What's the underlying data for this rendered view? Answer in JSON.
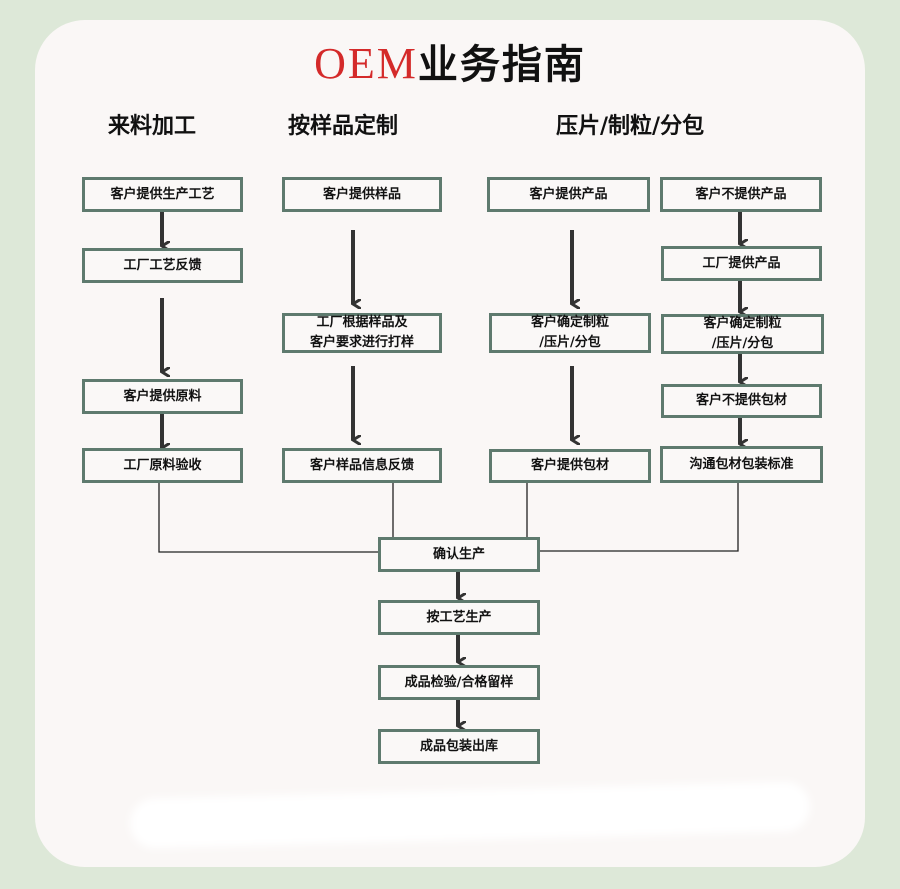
{
  "title": {
    "prefix": "OEM",
    "suffix": "业务指南"
  },
  "colors": {
    "background": "#dde8d8",
    "card": "#faf7f6",
    "box_border": "#5e7a6e",
    "title_accent": "#d42a2a",
    "arrow": "#333333"
  },
  "headings": [
    "来料加工",
    "按样品定制",
    "压片/制粒/分包"
  ],
  "columns": {
    "material": [
      "客户提供生产工艺",
      "工厂工艺反馈",
      "客户提供原料",
      "工厂原料验收"
    ],
    "sample": [
      "客户提供样品",
      "工厂根据样品及\n客户要求进行打样",
      "客户样品信息反馈"
    ],
    "product_provided": [
      "客户提供产品",
      "客户确定制粒\n/压片/分包",
      "客户提供包材"
    ],
    "product_not_provided": [
      "客户不提供产品",
      "工厂提供产品",
      "客户确定制粒\n/压片/分包",
      "客户不提供包材",
      "沟通包材包装标准"
    ]
  },
  "final_steps": [
    "确认生产",
    "按工艺生产",
    "成品检验/合格留样",
    "成品包装出库"
  ]
}
